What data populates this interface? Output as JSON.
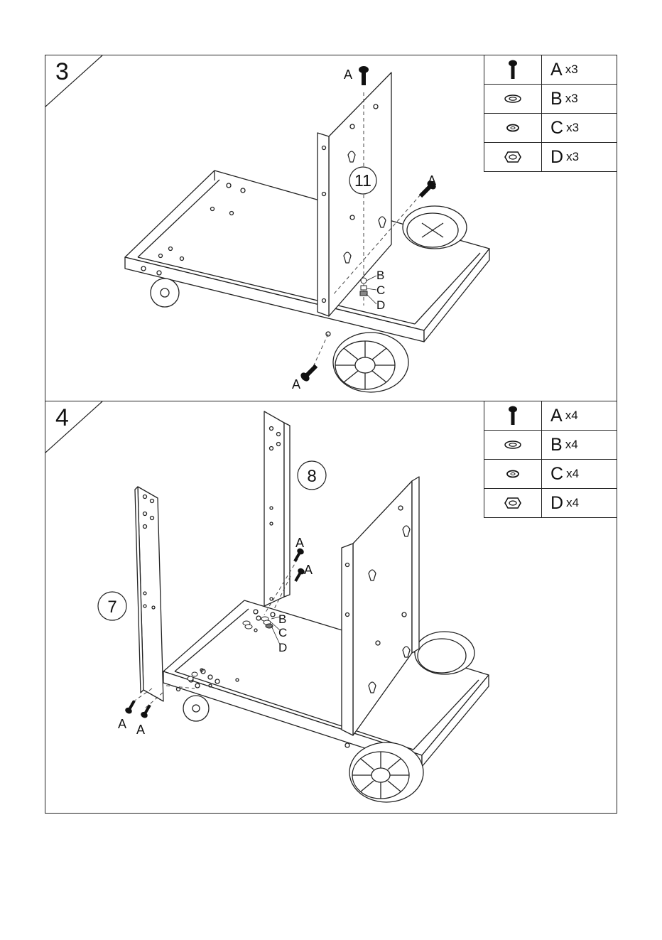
{
  "steps": [
    {
      "number": "3",
      "part_label": "11",
      "parts": [
        {
          "icon": "screw-icon",
          "letter": "A",
          "qty": "x3"
        },
        {
          "icon": "washer-icon",
          "letter": "B",
          "qty": "x3"
        },
        {
          "icon": "spring-washer-icon",
          "letter": "C",
          "qty": "x3"
        },
        {
          "icon": "hex-nut-icon",
          "letter": "D",
          "qty": "x3"
        }
      ],
      "callouts": {
        "a": "A",
        "b": "B",
        "c": "C",
        "d": "D"
      }
    },
    {
      "number": "4",
      "part_labels": [
        "8",
        "7"
      ],
      "parts": [
        {
          "icon": "screw-icon",
          "letter": "A",
          "qty": "x4"
        },
        {
          "icon": "washer-icon",
          "letter": "B",
          "qty": "x4"
        },
        {
          "icon": "spring-washer-icon",
          "letter": "C",
          "qty": "x4"
        },
        {
          "icon": "hex-nut-icon",
          "letter": "D",
          "qty": "x4"
        }
      ],
      "callouts": {
        "a": "A",
        "b": "B",
        "c": "C",
        "d": "D"
      }
    }
  ]
}
